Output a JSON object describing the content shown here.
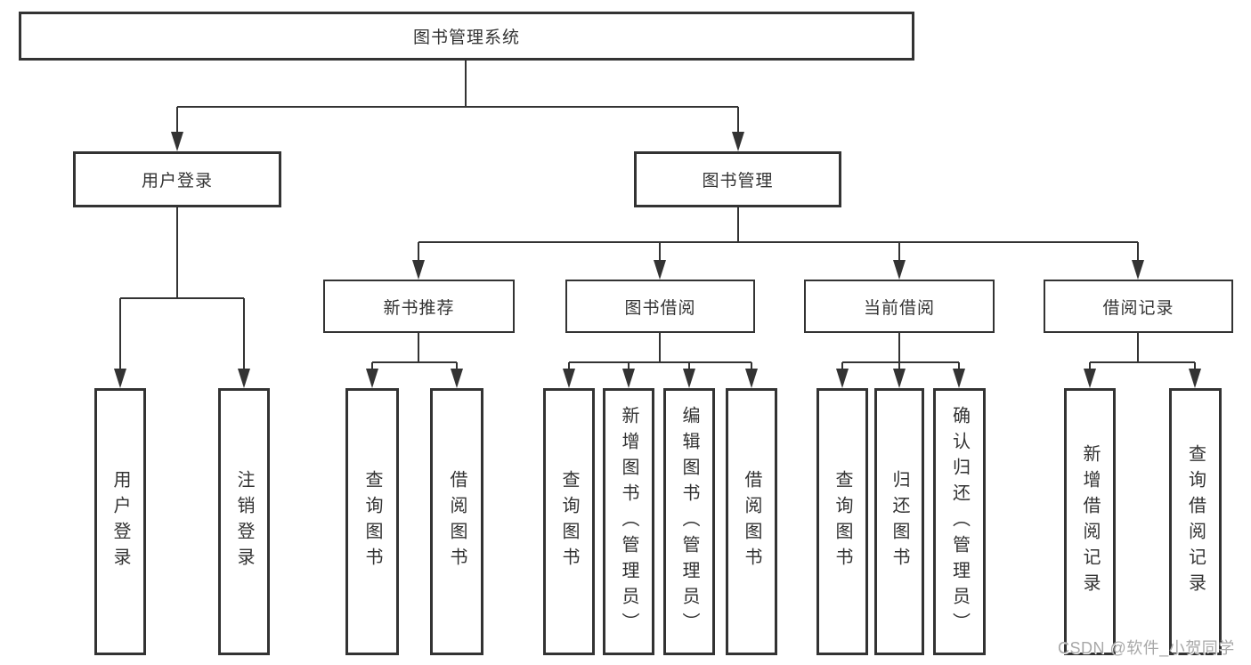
{
  "colors": {
    "line": "#333333",
    "text": "#333333",
    "box_background": "#ffffff",
    "watermark": "#a8a8a8"
  },
  "watermark": {
    "text": "CSDN @软件_小贺同学"
  },
  "nodes": {
    "root": {
      "label": "图书管理系统"
    },
    "login": {
      "label": "用户登录",
      "children": [
        {
          "label": "用户登录"
        },
        {
          "label": "注销登录"
        }
      ]
    },
    "mgmt": {
      "label": "图书管理",
      "children": [
        {
          "label": "新书推荐",
          "children": [
            {
              "label": "查询图书"
            },
            {
              "label": "借阅图书"
            }
          ]
        },
        {
          "label": "图书借阅",
          "children": [
            {
              "label": "查询图书"
            },
            {
              "label": "新增图书（管理员）"
            },
            {
              "label": "编辑图书（管理员）"
            },
            {
              "label": "借阅图书"
            }
          ]
        },
        {
          "label": "当前借阅",
          "children": [
            {
              "label": "查询图书"
            },
            {
              "label": "归还图书"
            },
            {
              "label": "确认归还（管理员）"
            }
          ]
        },
        {
          "label": "借阅记录",
          "children": [
            {
              "label": "新增借阅记录"
            },
            {
              "label": "查询借阅记录"
            }
          ]
        }
      ]
    }
  }
}
